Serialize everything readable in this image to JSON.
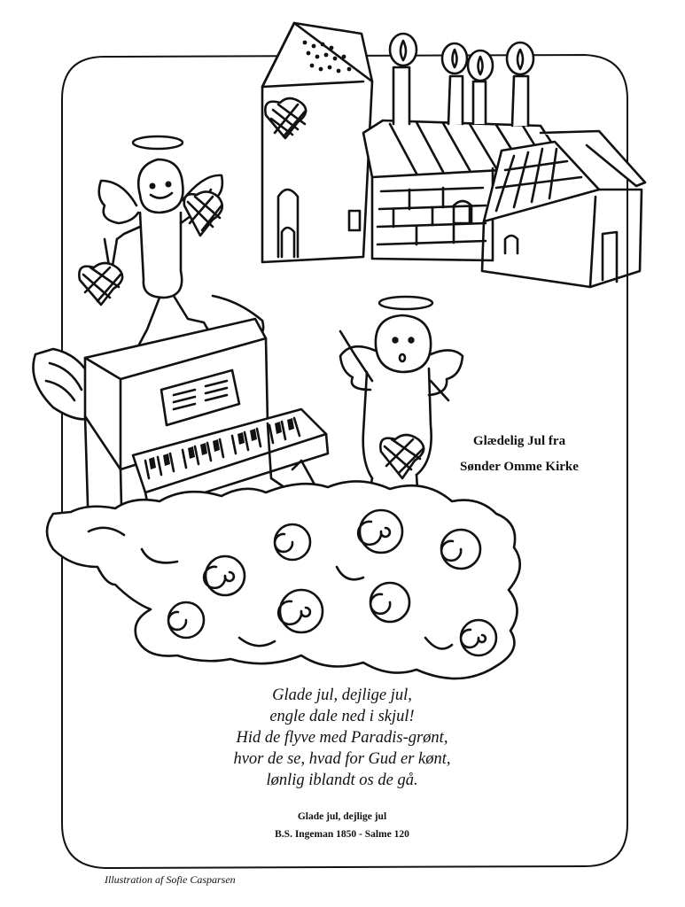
{
  "greeting": {
    "line1": "Glædelig Jul fra",
    "line2": "Sønder Omme Kirke"
  },
  "poem": {
    "lines": [
      "Glade jul, dejlige jul,",
      "engle dale ned i skjul!",
      "Hid de flyve med Paradis-grønt,",
      "hvor de se, hvad for Gud er kønt,",
      "lønlig iblandt os de gå."
    ]
  },
  "source": {
    "title": "Glade jul, dejlige jul",
    "attribution": "B.S. Ingeman 1850 - Salme 120"
  },
  "credit": "Illustration af Sofie Casparsen",
  "colors": {
    "ink": "#111111",
    "paper": "#ffffff"
  },
  "illustration": {
    "items": [
      "church-with-tower",
      "candles",
      "angel-with-hearts",
      "piano",
      "angel-with-heart",
      "cloud",
      "woven-heart-baskets",
      "halos"
    ]
  }
}
